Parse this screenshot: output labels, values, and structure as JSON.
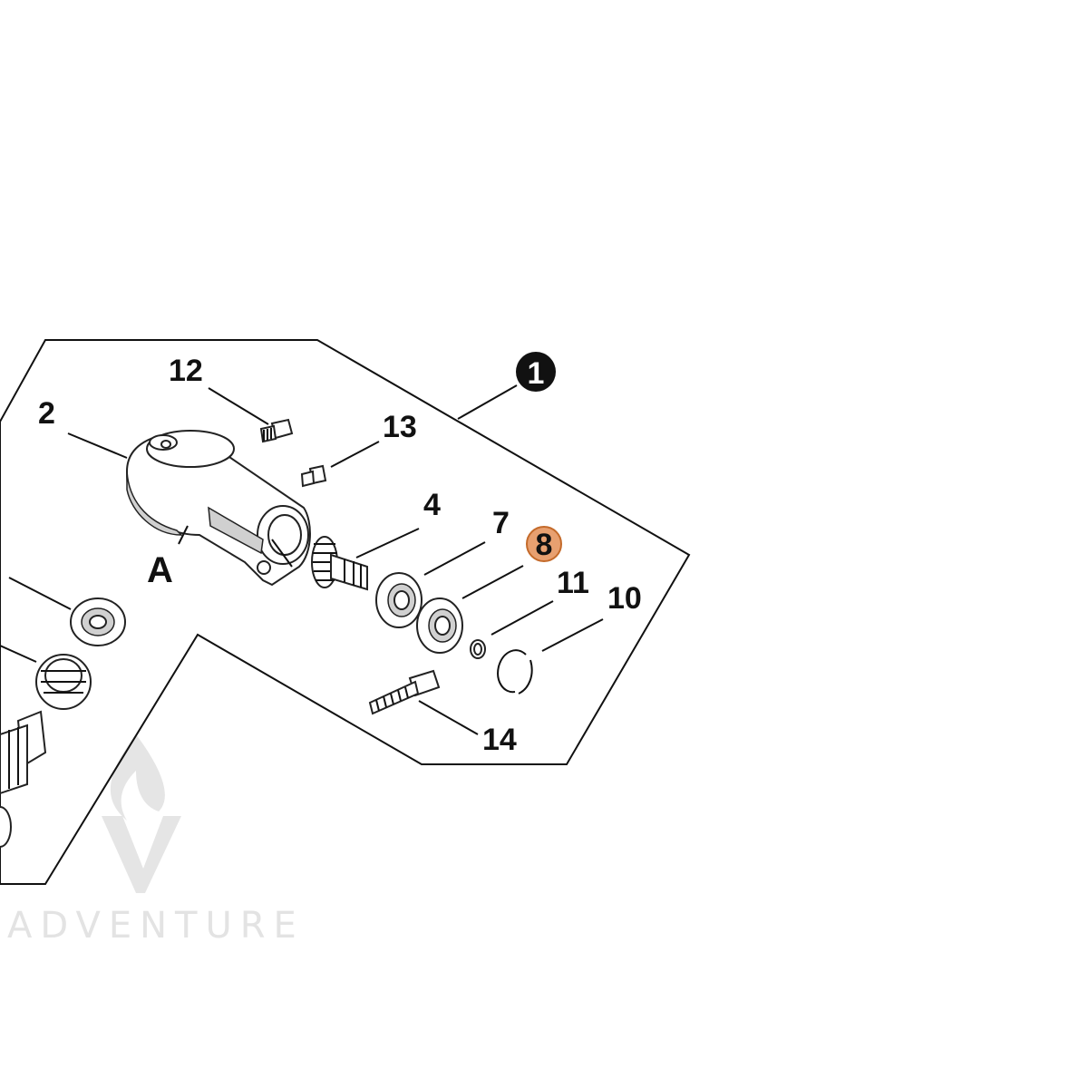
{
  "labels": {
    "p1": "1",
    "p2": "2",
    "p4": "4",
    "p7": "7",
    "p8": "8",
    "p10": "10",
    "p11": "11",
    "p12": "12",
    "p13": "13",
    "p14": "14",
    "detail": "A"
  },
  "watermark": {
    "text": "ADVENTURE"
  },
  "colors": {
    "highlight_fill": "#e8a070",
    "highlight_stroke": "#c46a2a",
    "badge_fill": "#111111",
    "badge_text": "#ffffff",
    "ink": "#111111"
  }
}
